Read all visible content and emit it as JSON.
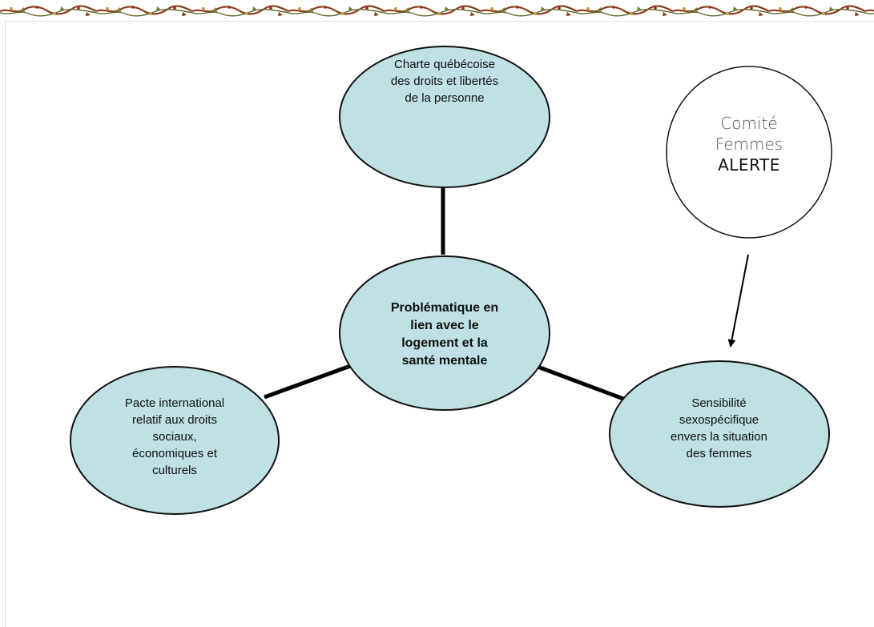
{
  "diagram": {
    "center": {
      "label": "Problématique en\nlien avec le\nlogement et la\nsanté mentale"
    },
    "top": {
      "label": "Charte québécoise\ndes droits et libertés\nde la personne"
    },
    "left": {
      "label": "Pacte international\nrelatif aux  droits\nsociaux,\néconomiques et\nculturels"
    },
    "right": {
      "label": "Sensibilité\nsexospécifique\nenvers la situation\ndes femmes"
    },
    "committee": {
      "line1": "Comité",
      "line2": "Femmes",
      "line3": "ALERTE"
    }
  },
  "colors": {
    "node_fill": "#bfe0e4",
    "node_stroke": "#111111",
    "committee_fill": "#ffffff",
    "connector": "#000000"
  }
}
